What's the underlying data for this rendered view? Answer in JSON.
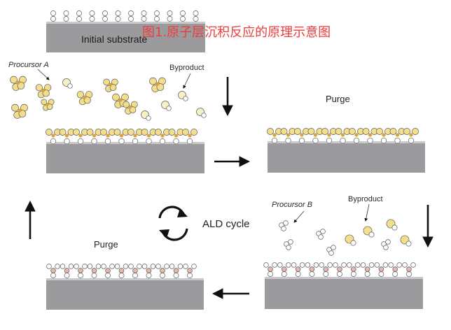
{
  "title": "图1.原子层沉积反应的原理示意图",
  "labels": {
    "initial_substrate": "Initial substrate",
    "precursor_a": "Procursor A",
    "byproduct_1": "Byproduct",
    "purge_1": "Purge",
    "precursor_b": "Procursor B",
    "byproduct_2": "Byproduct",
    "purge_2": "Purge",
    "ald_cycle": "ALD cycle"
  },
  "colors": {
    "substrate": "#9b9b9d",
    "substrate_top": "#c9c9cb",
    "precursor_a_fill": "#f2de8c",
    "precursor_a_core": "#d9a23a",
    "byproduct_fill": "#f6f0c2",
    "precursor_b_fill": "#ffffff",
    "bond_pink": "#e9b7ad",
    "arrow": "#111111",
    "title": "#ee3b3b"
  }
}
